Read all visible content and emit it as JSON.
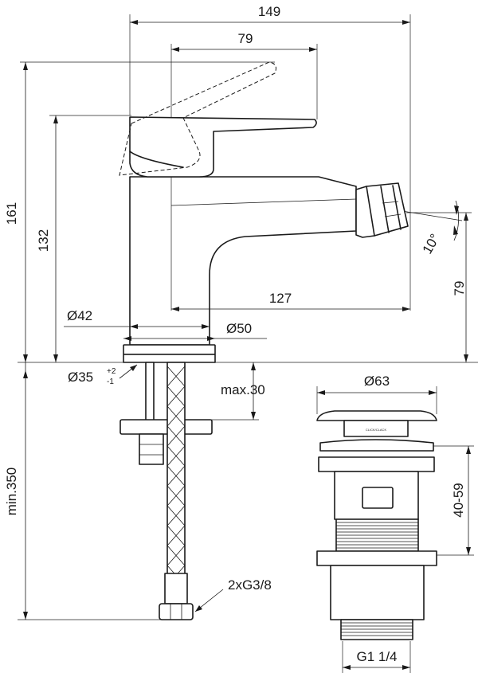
{
  "dimensions": {
    "overall_length": "149",
    "lever_to_axis": "79",
    "overall_height": "161",
    "spout_height": "132",
    "spout_outlet_height": "79",
    "spout_reach": "127",
    "body_diameter": "Ø42",
    "base_diameter": "Ø50",
    "hole_diameter": "Ø35",
    "hole_tol_plus": "+2",
    "hole_tol_minus": "-1",
    "max_deck_thickness": "max.30",
    "min_hose_length": "min.350",
    "hose_connection": "2xG3/8",
    "aerator_angle": "10°",
    "waste_cap_diameter": "Ø63",
    "waste_thickness_range": "40-59",
    "waste_thread": "G1 1/4"
  },
  "waste": {
    "cap_marking": "CLICK/CLACK"
  }
}
